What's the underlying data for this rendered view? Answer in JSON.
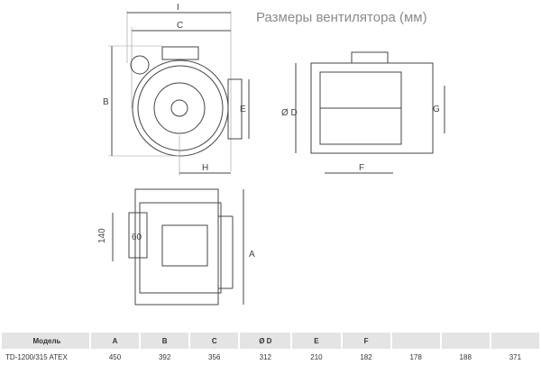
{
  "title": "Размеры вентилятора (мм)",
  "drawing_labels": {
    "I": "I",
    "C": "C",
    "B": "B",
    "E": "E",
    "H": "H",
    "D": "Ø D",
    "G": "G",
    "F": "F",
    "A": "A",
    "d140": "140",
    "d60": "60"
  },
  "table": {
    "headers": [
      "Модель",
      "A",
      "B",
      "C",
      "Ø D",
      "E",
      "F",
      "",
      "",
      ""
    ],
    "rows": [
      [
        "TD-1200/315 ATEX",
        "450",
        "392",
        "356",
        "312",
        "210",
        "182",
        "178",
        "188",
        "371"
      ]
    ]
  }
}
